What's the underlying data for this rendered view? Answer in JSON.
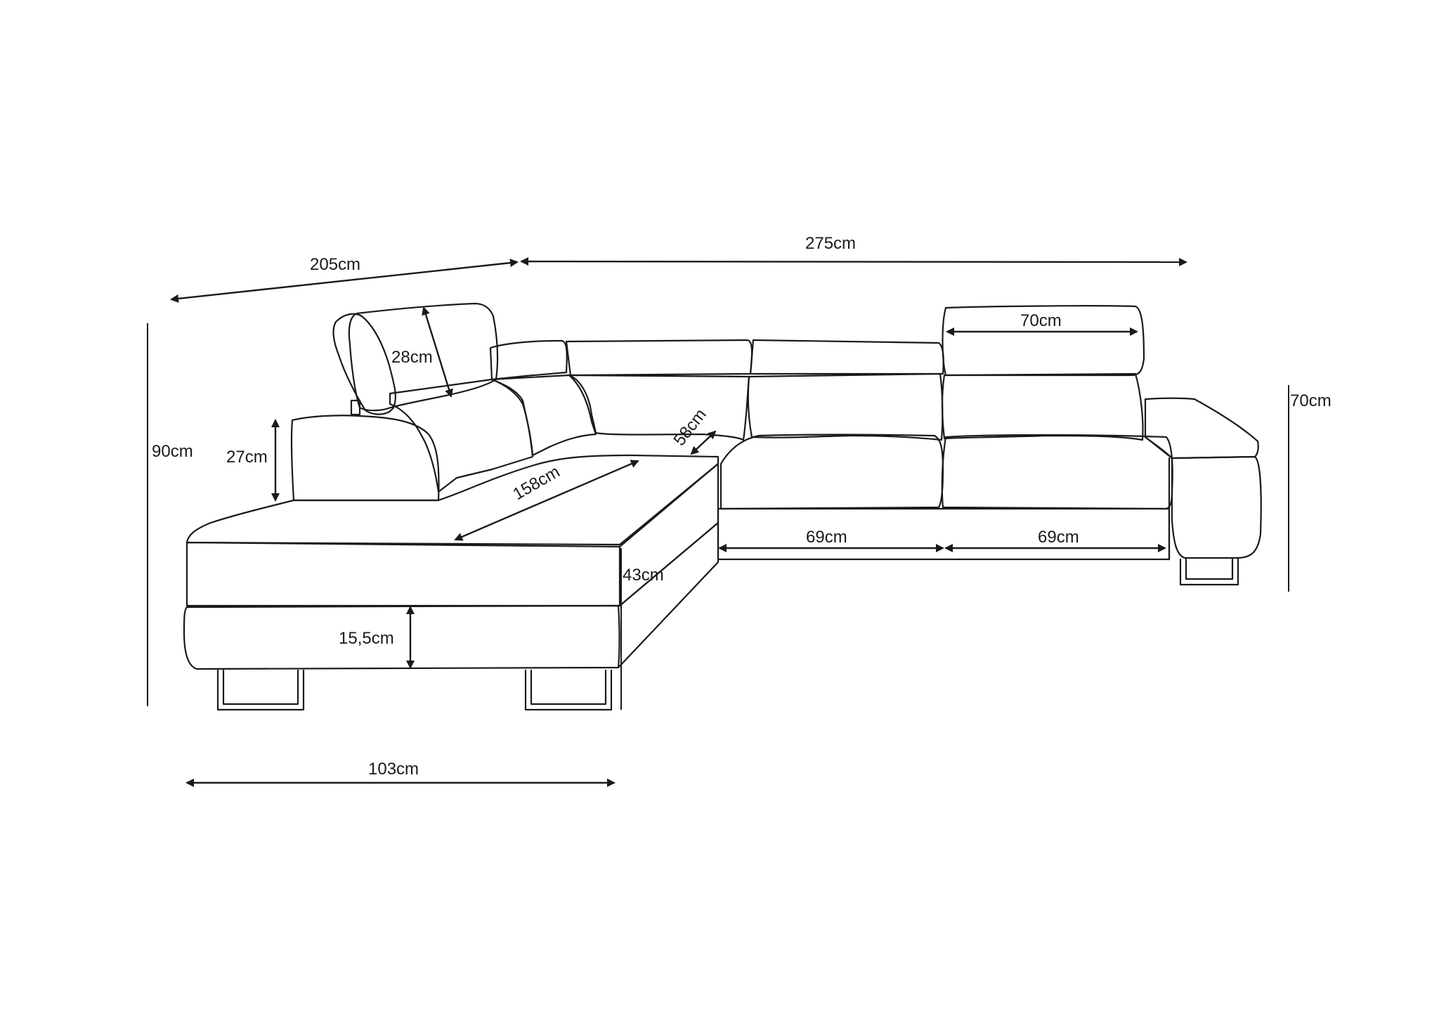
{
  "dimensions": {
    "total_depth": "205cm",
    "total_width": "275cm",
    "headrest_height": "28cm",
    "armrest_height": "27cm",
    "total_height": "90cm",
    "chaise_length": "158cm",
    "seat_depth": "58cm",
    "seat_height": "43cm",
    "leg_height": "15,5cm",
    "chaise_width": "103cm",
    "headrest_width": "70cm",
    "seat_width_left": "69cm",
    "seat_width_right": "69cm",
    "back_height": "70cm"
  },
  "colors": {
    "line": "#1a1a1a",
    "background": "#ffffff"
  }
}
